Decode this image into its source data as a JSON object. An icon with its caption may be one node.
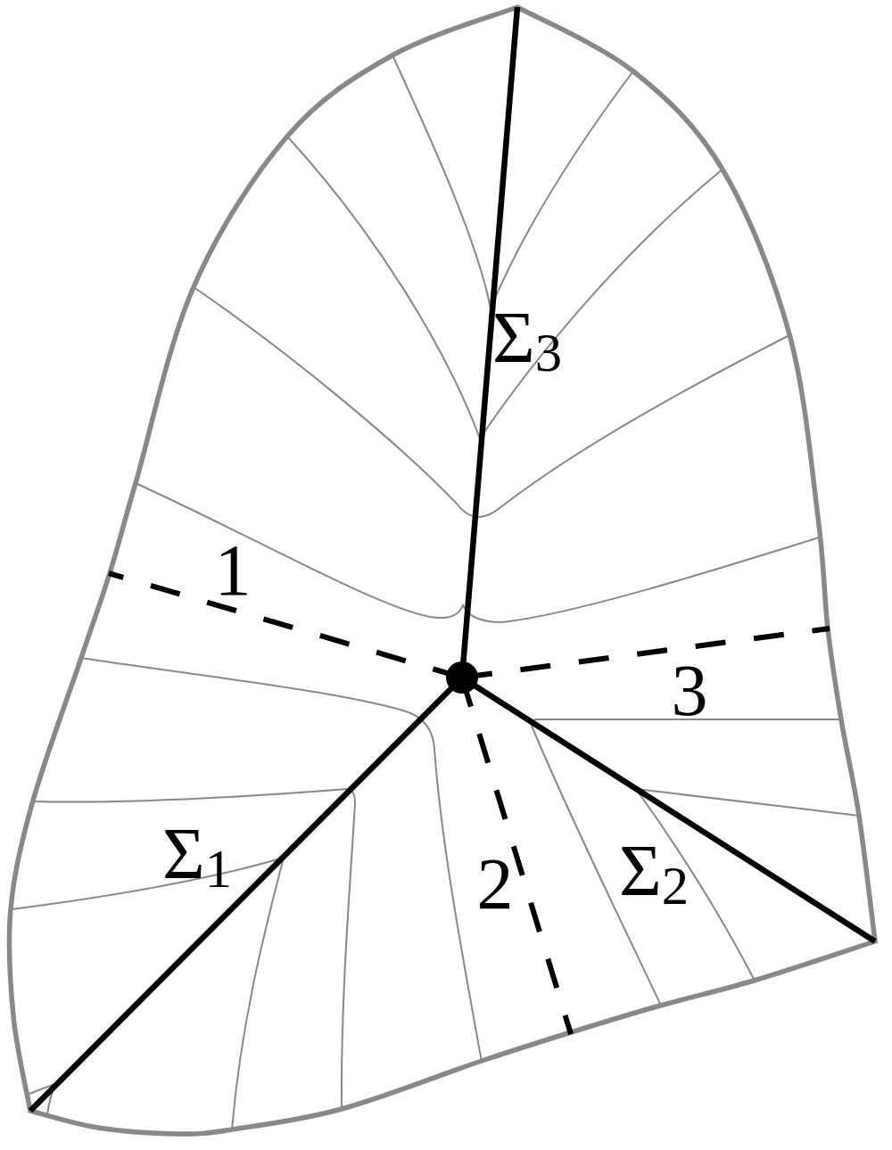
{
  "diagram": {
    "labels": [
      "Σ$_{3}$",
      "1",
      "3",
      "Σ$_{1}$",
      "2",
      "Σ$_{2}$"
    ]
  }
}
